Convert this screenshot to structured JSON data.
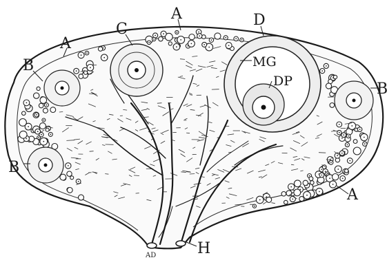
{
  "labels": {
    "A_top": "A",
    "A_left": "A",
    "A_right": "A",
    "B_left_top": "B",
    "B_right": "B",
    "B_left_bottom": "B",
    "C": "C",
    "D": "D",
    "MG": "MG",
    "DP": "DP",
    "H": "H",
    "hilum_small": "AD"
  }
}
